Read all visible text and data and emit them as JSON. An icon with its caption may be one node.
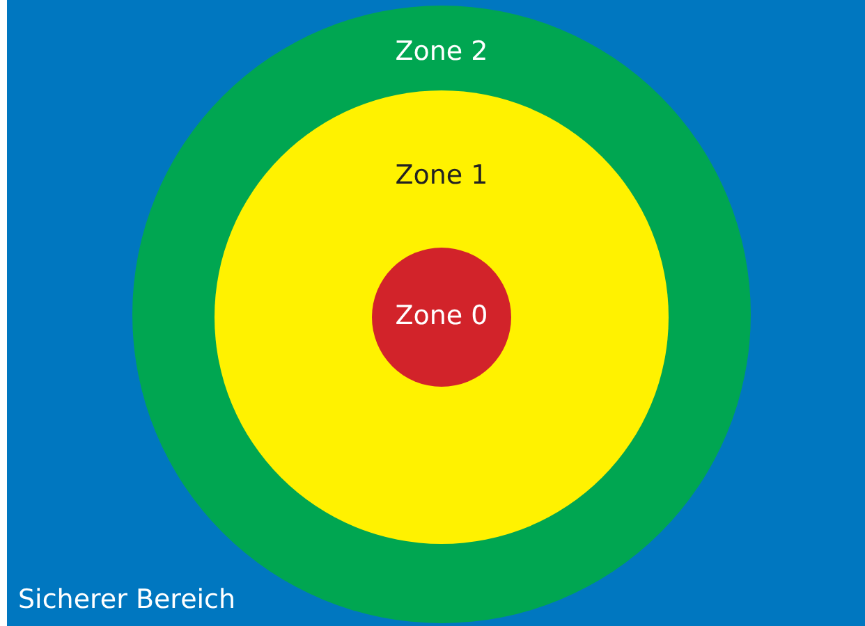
{
  "diagram": {
    "nodes": [
      {
        "text": [
          "Sicherer Bereich"
        ]
      },
      {
        "text": [
          "Zone 2"
        ],
        "in": 0
      },
      {
        "text": [
          "Zone 1"
        ],
        "in": 1
      },
      {
        "text": [
          "Zone 0"
        ],
        "in": 2
      }
    ]
  }
}
